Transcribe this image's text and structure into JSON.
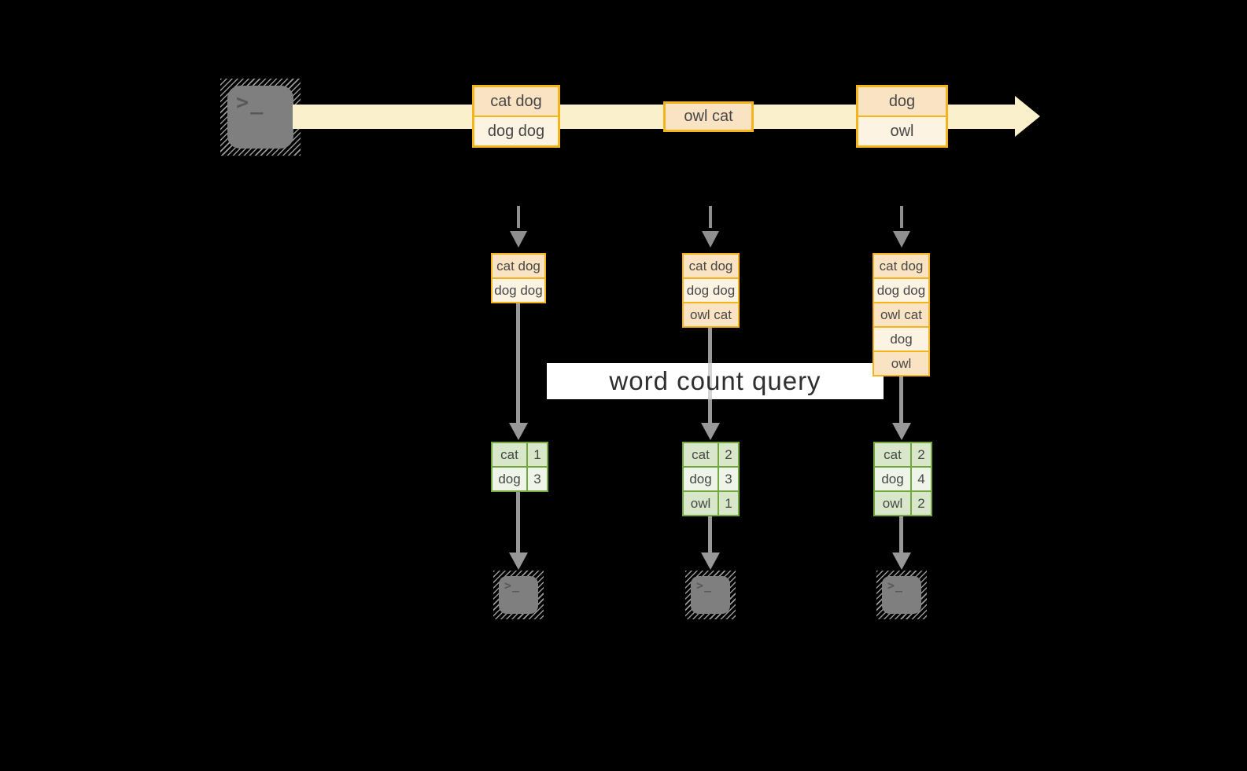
{
  "diagram": {
    "query_label": "word count query",
    "terminal_glyph": ">_",
    "stream_batches": [
      [
        "cat dog",
        "dog dog"
      ],
      [
        "owl cat"
      ],
      [
        "dog",
        "owl"
      ]
    ],
    "buffers": [
      [
        "cat dog",
        "dog dog"
      ],
      [
        "cat dog",
        "dog dog",
        "owl cat"
      ],
      [
        "cat dog",
        "dog dog",
        "owl cat",
        "dog",
        "owl"
      ]
    ],
    "count_tables": [
      [
        {
          "word": "cat",
          "count": "1"
        },
        {
          "word": "dog",
          "count": "3"
        }
      ],
      [
        {
          "word": "cat",
          "count": "2"
        },
        {
          "word": "dog",
          "count": "3"
        },
        {
          "word": "owl",
          "count": "1"
        }
      ],
      [
        {
          "word": "cat",
          "count": "2"
        },
        {
          "word": "dog",
          "count": "4"
        },
        {
          "word": "owl",
          "count": "2"
        }
      ]
    ],
    "colors": {
      "accent_yellow": "#F2B31B",
      "cell_peach": "#FAE3C3",
      "cell_cream": "#FCF3E2",
      "stream_band": "#FBF0CC",
      "accent_green": "#73A840",
      "cell_green_dark": "#D8E6C9",
      "cell_green_light": "#EFF4E9",
      "arrow_gray": "#989898",
      "terminal_gray": "#7F7F7F",
      "background": "#000000",
      "query_box": "#FFFFFF"
    }
  }
}
